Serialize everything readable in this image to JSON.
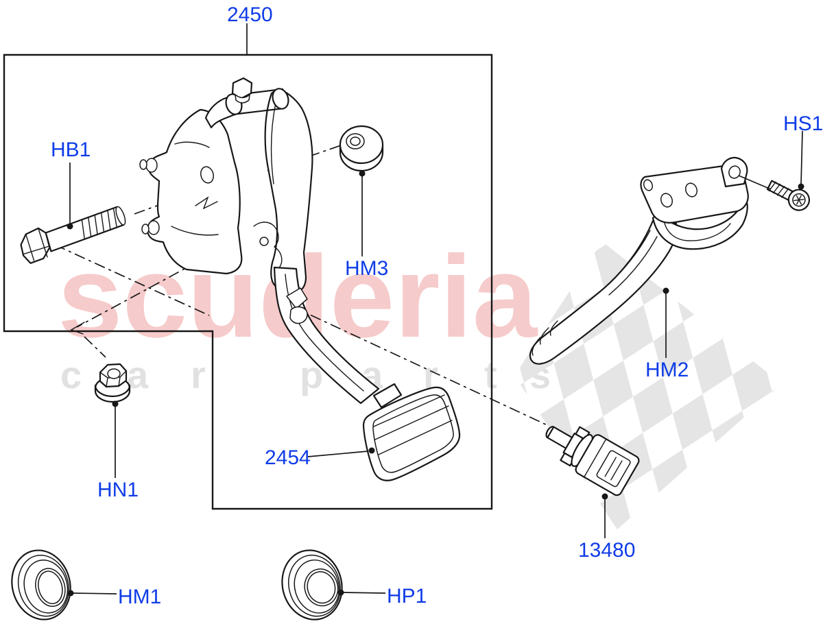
{
  "page": {
    "title": "Brake pedal assembly exploded parts diagram"
  },
  "colors": {
    "label_blue": "#0f3ce8",
    "line": "#171717",
    "watermark_pink": "#f6cbcb",
    "watermark_gray": "#e1e1e1",
    "checker_gray": "#e5e5e5",
    "background": "#ffffff"
  },
  "watermark": {
    "brand": "scuderia",
    "letters": [
      "c",
      "a",
      "r",
      "p",
      "a",
      "r",
      "t",
      "s"
    ]
  },
  "diagram": {
    "labels": {
      "assembly": "2450",
      "bolt": "HB1",
      "pivot_nut": "HM3",
      "screw": "HS1",
      "shield": "HM2",
      "flange_nut": "HN1",
      "pedal_pad": "2454",
      "switch": "13480",
      "grommet_left": "HM1",
      "grommet_right": "HP1"
    }
  }
}
